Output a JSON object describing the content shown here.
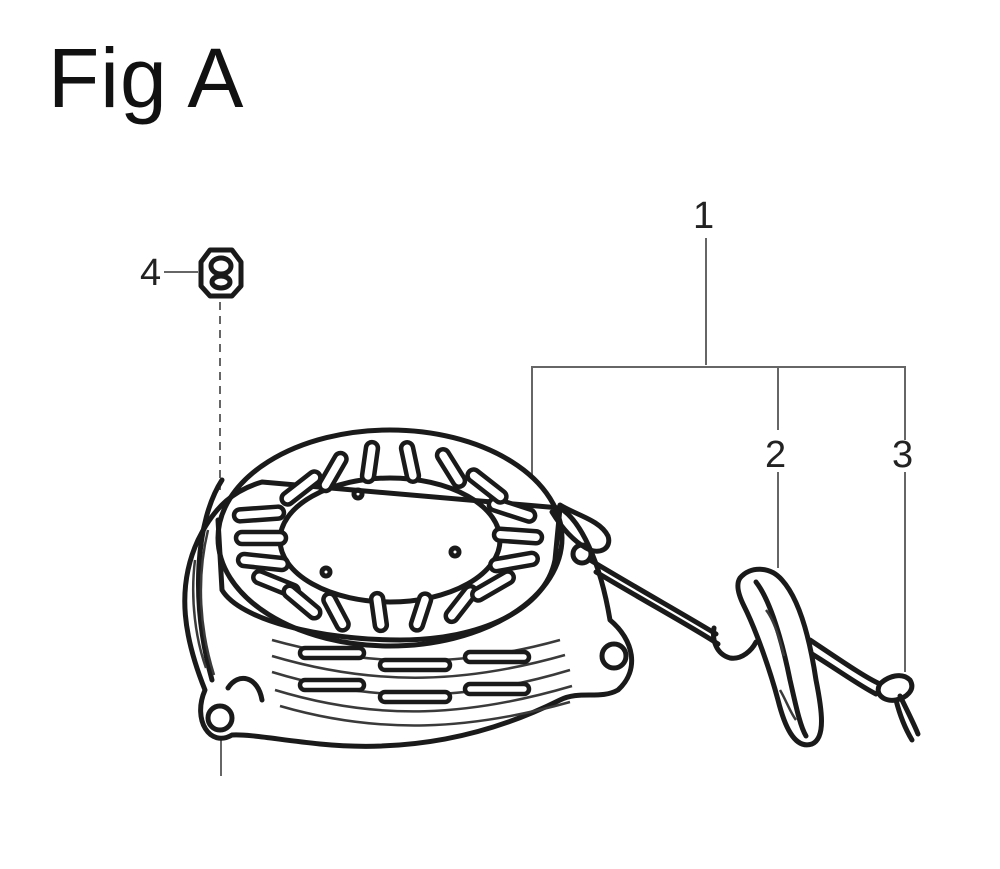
{
  "figure": {
    "title": "Fig A",
    "callouts": {
      "assembly": "1",
      "handle": "2",
      "rope": "3",
      "nut": "4"
    }
  }
}
